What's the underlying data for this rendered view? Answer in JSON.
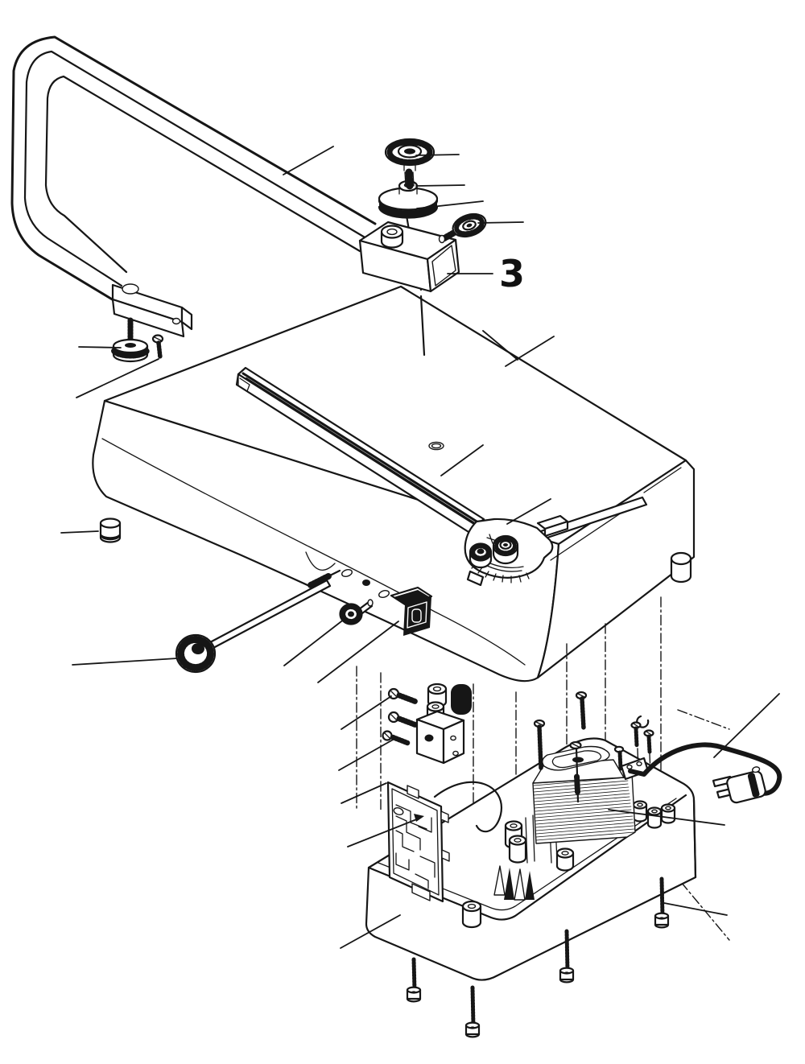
{
  "figure": {
    "type": "exploded-parts-diagram",
    "subject": "scroll-saw",
    "background_color": "#ffffff",
    "line_color": "#161616",
    "callouts": [
      {
        "label": "3",
        "target_part": "blade-guard-head"
      }
    ],
    "parts": [
      "bow-arm",
      "arm-end-block",
      "arm-clamp-thumbnut",
      "arm-clamp-screw",
      "tension-knob",
      "blade-pulley-washer",
      "blade-pulley",
      "knurled-thumbscrew",
      "blade-guard-head",
      "saw-blade",
      "worktable-housing",
      "rubber-foot",
      "miter-track-rail",
      "table-insert-hole",
      "miter-gauge",
      "tension-rod",
      "adjust-knob",
      "power-switch",
      "mounting-screws",
      "clamp-block",
      "circuit-board",
      "motor-wire",
      "base-shell",
      "transformer",
      "motor-screw",
      "brush-wedges",
      "standoff-bosses",
      "cord-clamp",
      "cord-clamp-screws",
      "power-cord",
      "power-plug",
      "base-screws"
    ]
  }
}
